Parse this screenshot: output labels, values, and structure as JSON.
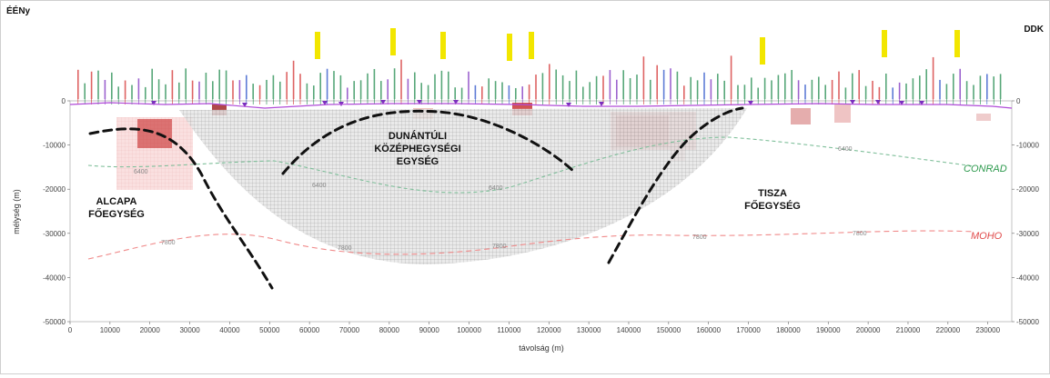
{
  "corners": {
    "left": "ÉÉNy",
    "right": "DDK"
  },
  "axes": {
    "ylabel": "mélység (m)",
    "xlabel": "távolság (m)",
    "yticks_left": [
      "0",
      "-10000",
      "-20000",
      "-30000",
      "-40000",
      "-50000"
    ],
    "yticks_right": [
      "0",
      "-10000",
      "-20000",
      "-30000",
      "-40000",
      "-50000"
    ],
    "xticks": [
      "0",
      "10000",
      "20000",
      "30000",
      "40000",
      "50000",
      "60000",
      "70000",
      "80000",
      "90000",
      "100000",
      "110000",
      "120000",
      "130000",
      "140000",
      "150000",
      "160000",
      "170000",
      "180000",
      "190000",
      "200000",
      "210000",
      "220000",
      "230000"
    ]
  },
  "units": {
    "alcapa": [
      "ALCAPA",
      "FŐEGYSÉG"
    ],
    "dunantuli": [
      "DUNÁNTÚLI",
      "KÖZÉPHEGYSÉGI",
      "EGYSÉG"
    ],
    "tisza": [
      "TISZA",
      "FŐEGYSÉG"
    ]
  },
  "boundaries": {
    "conrad": {
      "label": "CONRAD",
      "color": "#2e9a4e"
    },
    "moho": {
      "label": "MOHO",
      "color": "#e04a4a"
    }
  },
  "isolines": {
    "conrad": [
      "6400",
      "6400",
      "6400",
      "6400"
    ],
    "moho": [
      "7800",
      "7800",
      "7800",
      "7800",
      "7800"
    ]
  },
  "colors": {
    "fault": "#111111",
    "block": "#a9a9a9",
    "anomaly": "#c62828",
    "well_green": "#1f8a4c",
    "well_red": "#d32f2f",
    "well_purple": "#7b2fbe",
    "well_blue": "#2850c8",
    "highlight": "#f2e600"
  }
}
